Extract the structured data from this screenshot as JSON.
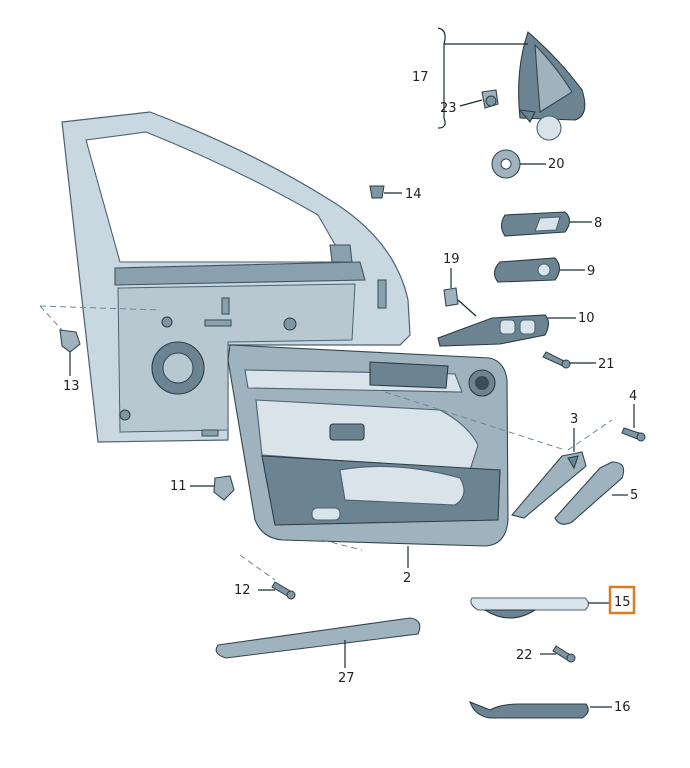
{
  "callouts": {
    "c2": "2",
    "c3": "3",
    "c4": "4",
    "c5": "5",
    "c8": "8",
    "c9": "9",
    "c10": "10",
    "c11": "11",
    "c12": "12",
    "c13": "13",
    "c14": "14",
    "c15": "15",
    "c16": "16",
    "c17": "17",
    "c19": "19",
    "c20": "20",
    "c21": "21",
    "c22": "22",
    "c23": "23",
    "c27": "27"
  },
  "colors": {
    "highlight": "#e07a1f",
    "part_fill": "#9fb3be",
    "part_dark": "#6c8491",
    "panel_fill": "#c9d8e0",
    "outline": "#33464f"
  },
  "highlighted_part": "15"
}
